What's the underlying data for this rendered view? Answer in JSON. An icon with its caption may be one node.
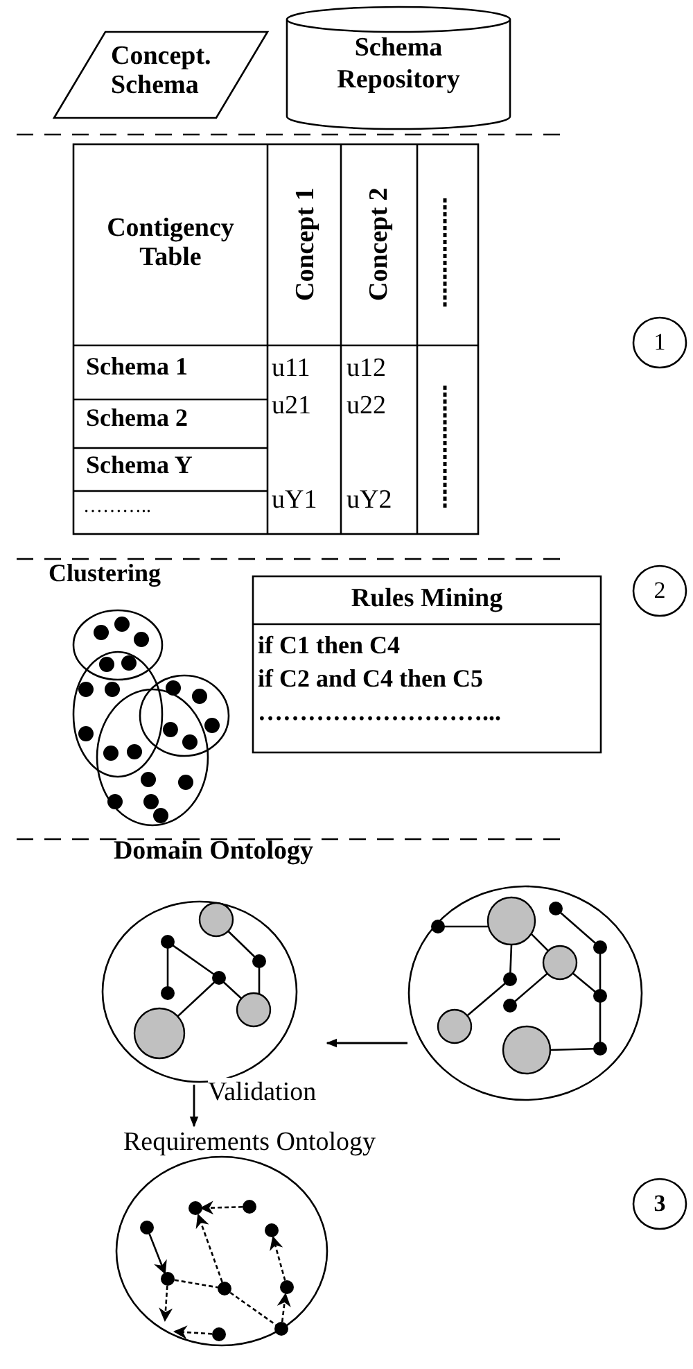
{
  "diagram": {
    "nodes": [
      {
        "text": [
          "Concept. Schema"
        ]
      },
      {
        "text": [
          "Schema Repository"
        ]
      },
      {
        "text": [
          "1"
        ]
      },
      {
        "text": [
          "Rules Mining",
          "if C1 then C4",
          "if C2 and  C4 then C5",
          "………………………..."
        ]
      },
      {
        "text": [
          "2"
        ]
      },
      {
        "text": [
          "Domain Ontology"
        ]
      },
      {
        "text": [],
        "shape": "circle"
      },
      {
        "text": [
          "Requirements Ontology"
        ]
      },
      {
        "text": [
          "3"
        ]
      }
    ],
    "edges": [
      {
        "from": 6,
        "to": 5,
        "arrow": "to"
      },
      {
        "from": 5,
        "to": 7,
        "arrow": "to",
        "label": "Validation"
      }
    ],
    "labels": [
      "Contigency Table",
      "Concept 1",
      "Concept 2",
      "Schema 1",
      "u11",
      "u12",
      "Schema 2",
      "u21",
      "u22",
      "Schema Y",
      "………..",
      "uY1",
      "uY2",
      "Clustering"
    ]
  }
}
